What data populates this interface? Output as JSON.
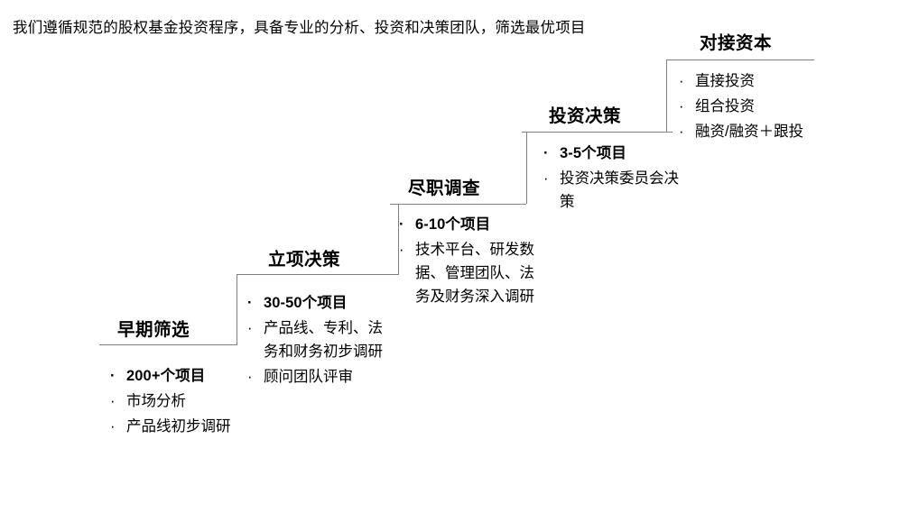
{
  "heading": "我们遵循规范的股权基金投资程序，具备专业的分析、投资和决策团队，筛选最优项目",
  "bullet_glyph": "·",
  "colors": {
    "text": "#000000",
    "rule": "#808080",
    "background": "#ffffff"
  },
  "steps": [
    {
      "id": "step-1",
      "title": "早期筛选",
      "items": [
        {
          "text": "200+个项目",
          "bold": true
        },
        {
          "text": "市场分析",
          "bold": false
        },
        {
          "text": "产品线初步调研",
          "bold": false
        }
      ]
    },
    {
      "id": "step-2",
      "title": "立项决策",
      "items": [
        {
          "text": "30-50个项目",
          "bold": true
        },
        {
          "text": "产品线、专利、法务和财务初步调研",
          "bold": false
        },
        {
          "text": "顾问团队评审",
          "bold": false
        }
      ]
    },
    {
      "id": "step-3",
      "title": "尽职调查",
      "items": [
        {
          "text": "6-10个项目",
          "bold": true
        },
        {
          "text": "技术平台、研发数据、管理团队、法务及财务深入调研",
          "bold": false
        }
      ]
    },
    {
      "id": "step-4",
      "title": "投资决策",
      "items": [
        {
          "text": "3-5个项目",
          "bold": true
        },
        {
          "text": "投资决策委员会决策",
          "bold": false
        }
      ]
    },
    {
      "id": "step-5",
      "title": "对接资本",
      "items": [
        {
          "text": "直接投资",
          "bold": false
        },
        {
          "text": "组合投资",
          "bold": false
        },
        {
          "text": "融资/融资＋跟投",
          "bold": false
        }
      ]
    }
  ]
}
